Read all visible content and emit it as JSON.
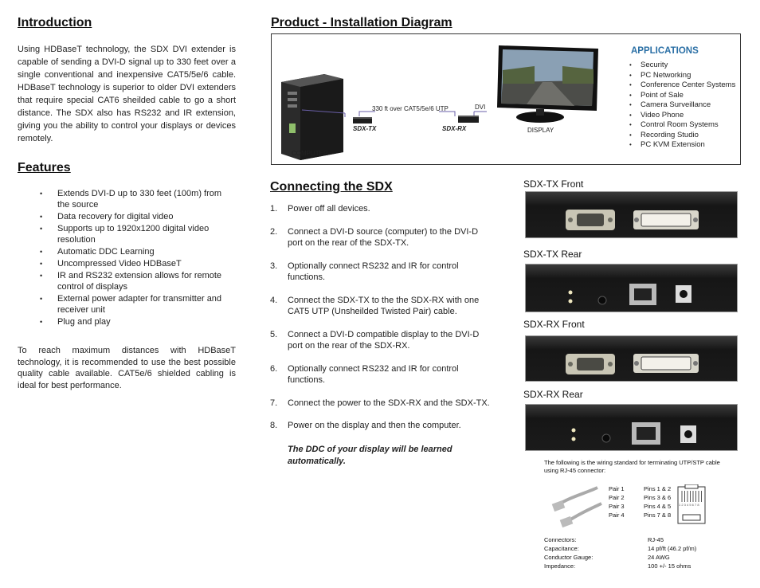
{
  "intro": {
    "heading": "Introduction",
    "text": "Using HDBaseT technology, the SDX DVI extender is capable of sending a DVI-D signal up to 330 feet over a single conventional and inexpensive CAT5/5e/6 cable. HDBaseT technology is superior to older DVI extenders that require special CAT6 sheilded cable to go a short distance.  The SDX also has RS232 and IR extension, giving you the ability to control your displays or devices remotely."
  },
  "features": {
    "heading": "Features",
    "items": [
      "Extends DVI-D up to 330 feet (100m) from the source",
      "Data recovery for digital video",
      "Supports up to 1920x1200 digital video resolution",
      "Automatic DDC Learning",
      "Uncompressed Video HDBaseT",
      "IR and RS232 extension allows for remote control of displays",
      "External power adapter for transmitter and receiver unit",
      "Plug and play"
    ],
    "note": "To reach maximum distances with HDBaseT technology, it is recommended to use the best possible quality cable available. CAT5e/6 shielded cabling is ideal for best performance."
  },
  "diagram": {
    "heading": "Product  -  Installation Diagram",
    "computer_label": "COMPUTER",
    "cable_label": "330 ft over CAT5/5e/6 UTP",
    "dvi_label": "DVI",
    "tx_label": "SDX-TX",
    "rx_label": "SDX-RX",
    "display_label": "DISPLAY",
    "applications_title": "APPLICATIONS",
    "applications": [
      "Security",
      "PC Networking",
      "Conference Center Systems",
      "Point of Sale",
      "Camera Surveillance",
      "Video Phone",
      "Control Room Systems",
      "Recording Studio",
      "PC KVM Extension"
    ]
  },
  "connecting": {
    "heading": "Connecting the SDX",
    "steps": [
      {
        "num": "1.",
        "text": "Power off all devices."
      },
      {
        "num": "2.",
        "text": "Connect a DVI-D source (computer) to the DVI-D port on the rear of the SDX-TX."
      },
      {
        "num": "3.",
        "text": "Optionally connect RS232 and IR for control functions."
      },
      {
        "num": "4.",
        "text": "Connect the SDX-TX to the the SDX-RX with one CAT5 UTP (Unsheilded Twisted Pair) cable."
      },
      {
        "num": "5.",
        "text": "Connect a DVI-D compatible display to the DVI-D port on the rear of the SDX-RX."
      },
      {
        "num": "6.",
        "text": "Optionally connect RS232 and IR for control functions."
      },
      {
        "num": "7.",
        "text": "Connect the power to the SDX-RX and the SDX-TX."
      },
      {
        "num": "8.",
        "text": "Power on the display and then the computer."
      }
    ],
    "note": "The DDC of your display will be learned automatically."
  },
  "panels": {
    "tx_front": "SDX-TX Front",
    "tx_rear": "SDX-TX Rear",
    "rx_front": "SDX-RX Front",
    "rx_rear": "SDX-RX Rear"
  },
  "wiring": {
    "intro": "The following is the wiring standard for terminating UTP/STP cable using RJ-45 connector:",
    "pairs": [
      {
        "pair": "Pair 1",
        "pins": "Pins 1 & 2"
      },
      {
        "pair": "Pair 2",
        "pins": "Pins 3 & 6"
      },
      {
        "pair": "Pair 3",
        "pins": "Pins 4 & 5"
      },
      {
        "pair": "Pair 4",
        "pins": "Pins 7 & 8"
      }
    ],
    "pin_numbers": "1 2 3 4 5 6 7 8",
    "specs": [
      {
        "label": "Connectors:",
        "value": "RJ-45"
      },
      {
        "label": "Capacitance:",
        "value": "14 pf/ft (46.2 pf/m)"
      },
      {
        "label": "Conductor Gauge:",
        "value": "24 AWG"
      },
      {
        "label": "Impedance:",
        "value": "100 +/- 15 ohms"
      }
    ]
  }
}
